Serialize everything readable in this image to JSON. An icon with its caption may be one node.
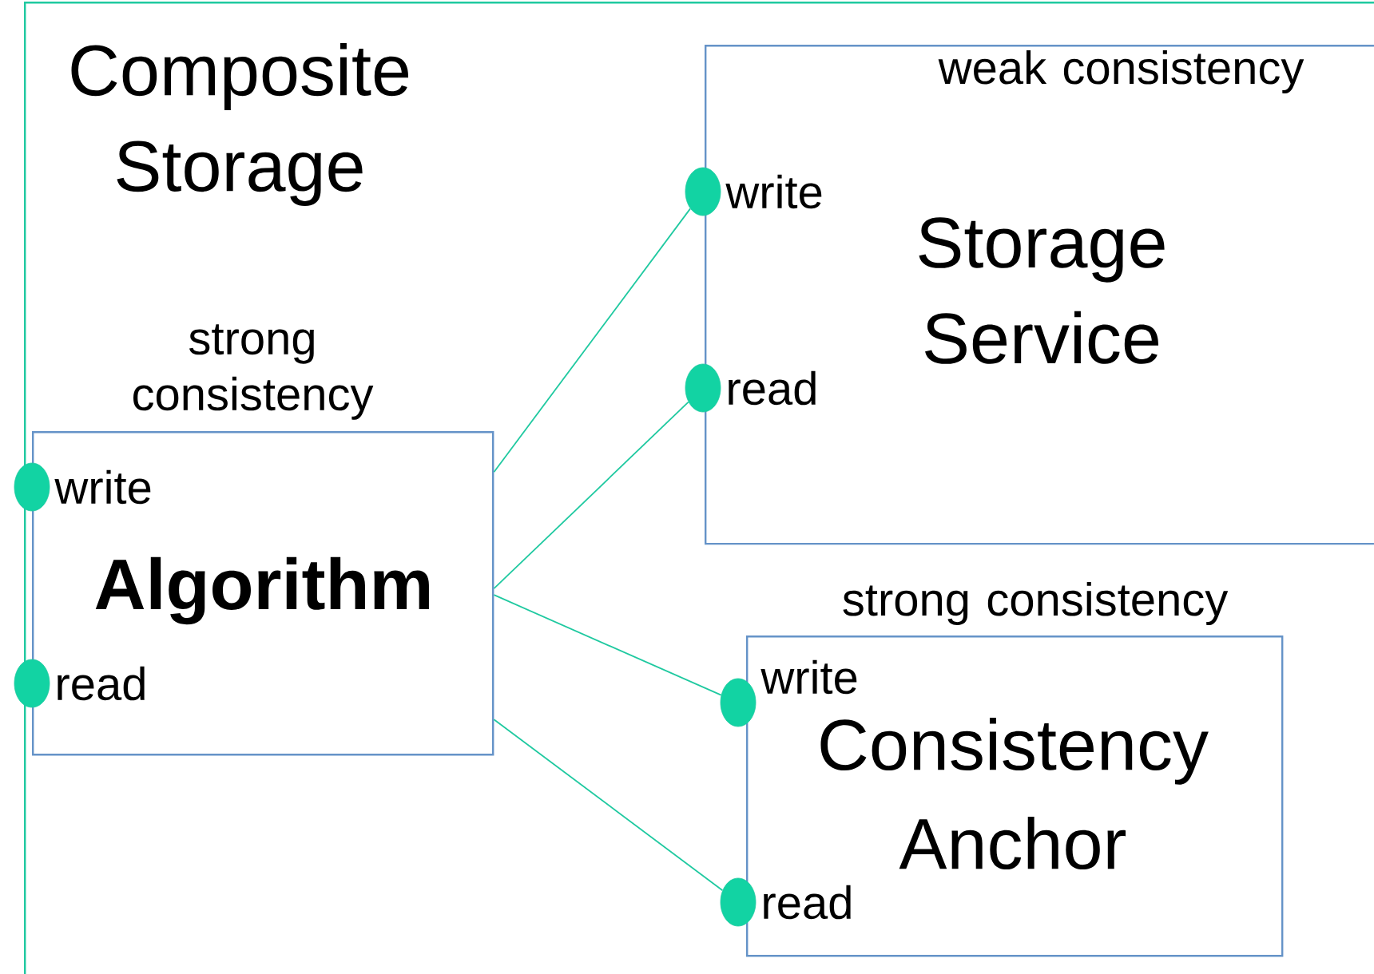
{
  "diagram": {
    "nodes": [
      {
        "text": [
          "Composite Storage"
        ]
      },
      {
        "text": [
          "Algorithm"
        ],
        "in": 0,
        "beside": [
          "strong consistency"
        ]
      },
      {
        "text": [],
        "shape": "circle",
        "beside": [
          "write"
        ]
      },
      {
        "text": [],
        "shape": "circle",
        "beside": [
          "read"
        ]
      },
      {
        "text": [
          "weak consistency",
          "Storage Service"
        ],
        "in": 0
      },
      {
        "text": [],
        "shape": "circle",
        "in": 0,
        "beside": [
          "write"
        ]
      },
      {
        "text": [],
        "shape": "circle",
        "in": 0,
        "beside": [
          "read"
        ]
      },
      {
        "text": [
          "Consistency Anchor"
        ],
        "in": 0,
        "beside": [
          "strong consistency"
        ]
      },
      {
        "text": [],
        "shape": "circle",
        "in": 0,
        "beside": [
          "write"
        ]
      },
      {
        "text": [],
        "shape": "circle",
        "in": 0,
        "beside": [
          "read"
        ]
      }
    ],
    "edges": [
      {
        "from": 1,
        "to": 5,
        "arrow": "none"
      },
      {
        "from": 1,
        "to": 6,
        "arrow": "none"
      },
      {
        "from": 1,
        "to": 8,
        "arrow": "none"
      },
      {
        "from": 1,
        "to": 9,
        "arrow": "none"
      }
    ]
  }
}
